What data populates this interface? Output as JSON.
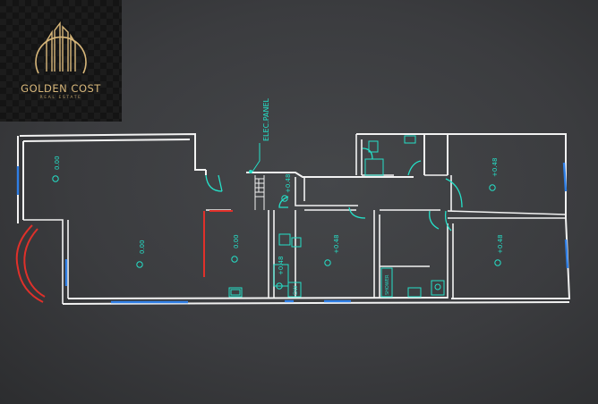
{
  "brand": {
    "name": "GOLDEN COST",
    "tagline": "REAL ESTATE",
    "logo_icon": "building-columns-icon",
    "gold": "#d8b77a"
  },
  "plan": {
    "elec_panel": "ELEC.PANEL",
    "levels": {
      "living_room": "0.00",
      "reception": "0.00",
      "hall": "0.00",
      "stair_landing": "+0.48",
      "corridor": "+0.48",
      "bedroom_1": "+0.48",
      "bedroom_2": "+0.48",
      "bedroom_3": "+0.48"
    },
    "fixtures": {
      "dishwasher": "DW",
      "shower": "SHOWER"
    },
    "colors": {
      "walls": "#f2f2f2",
      "annotations": "#25e0c8",
      "windows": "#2f7fe6",
      "arches": "#e0302a"
    }
  }
}
